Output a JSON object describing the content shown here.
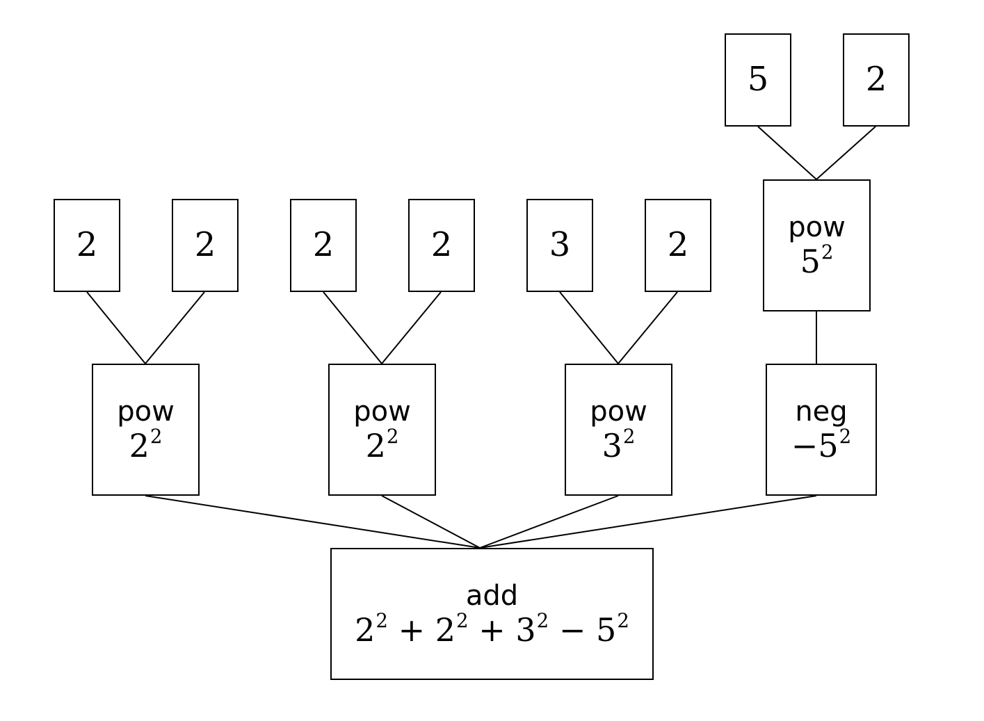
{
  "tree": {
    "leaf_5_top": "5",
    "leaf_2_top": "2",
    "leaf_a1": "2",
    "leaf_a2": "2",
    "leaf_b1": "2",
    "leaf_b2": "2",
    "leaf_c1": "3",
    "leaf_c2": "2",
    "pow_a": {
      "op": "pow",
      "base": "2",
      "exp": "2"
    },
    "pow_b": {
      "op": "pow",
      "base": "2",
      "exp": "2"
    },
    "pow_c": {
      "op": "pow",
      "base": "3",
      "exp": "2"
    },
    "pow_d": {
      "op": "pow",
      "base": "5",
      "exp": "2"
    },
    "neg": {
      "op": "neg",
      "sign": "−",
      "base": "5",
      "exp": "2"
    },
    "add": {
      "op": "add",
      "terms": [
        {
          "base": "2",
          "exp": "2"
        },
        {
          "sep": "+",
          "base": "2",
          "exp": "2"
        },
        {
          "sep": "+",
          "base": "3",
          "exp": "2"
        },
        {
          "sep": "−",
          "base": "5",
          "exp": "2"
        }
      ]
    }
  }
}
